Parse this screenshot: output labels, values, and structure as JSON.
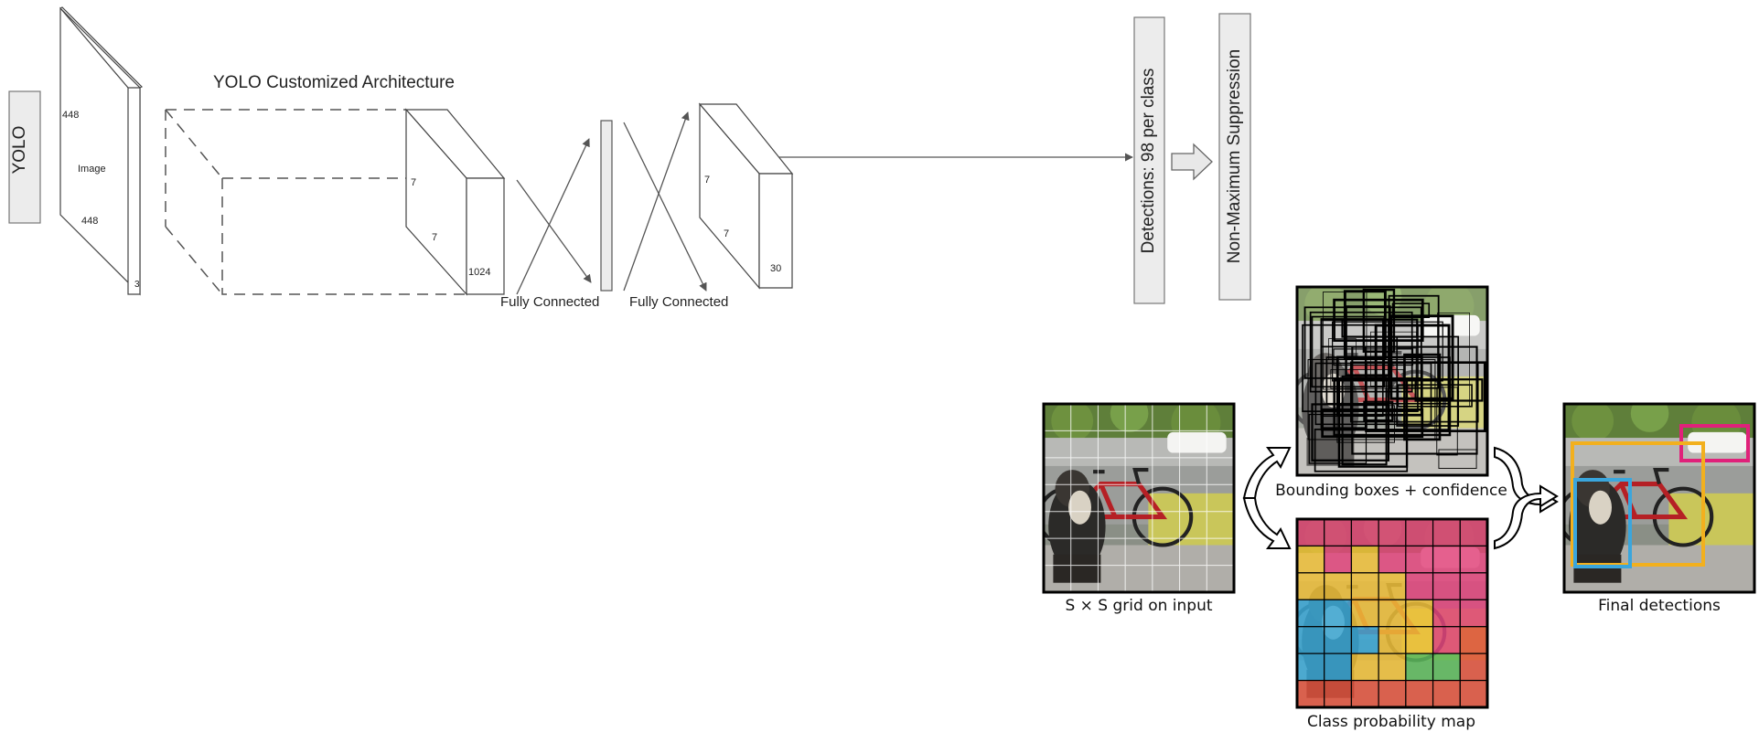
{
  "architecture": {
    "model_label": "YOLO",
    "title": "YOLO Customized Architecture",
    "input": {
      "width": "448",
      "height": "448",
      "caption": "Image",
      "channels": "3"
    },
    "conv_block": {
      "width": "7",
      "height": "7",
      "depth": "1024"
    },
    "fc1_label": "Fully Connected",
    "fc2_label": "Fully Connected",
    "output": {
      "width": "7",
      "height": "7",
      "depth": "30"
    },
    "detections_label": "Detections: 98 per class",
    "nms_label": "Non-Maximum Suppression"
  },
  "pipeline": {
    "input_caption": "S × S grid on input",
    "boxes_caption": "Bounding boxes + confidence",
    "probability_caption": "Class probability map",
    "final_caption": "Final detections"
  },
  "colors": {
    "box_pink": "#e0217a",
    "box_yellow": "#f2b01e",
    "box_blue": "#3aa6dd",
    "class_pink": "#e2457d",
    "class_yellow": "#eec03a",
    "class_blue": "#3ba8d6",
    "class_green": "#5cb85c",
    "class_red": "#e0533e"
  }
}
